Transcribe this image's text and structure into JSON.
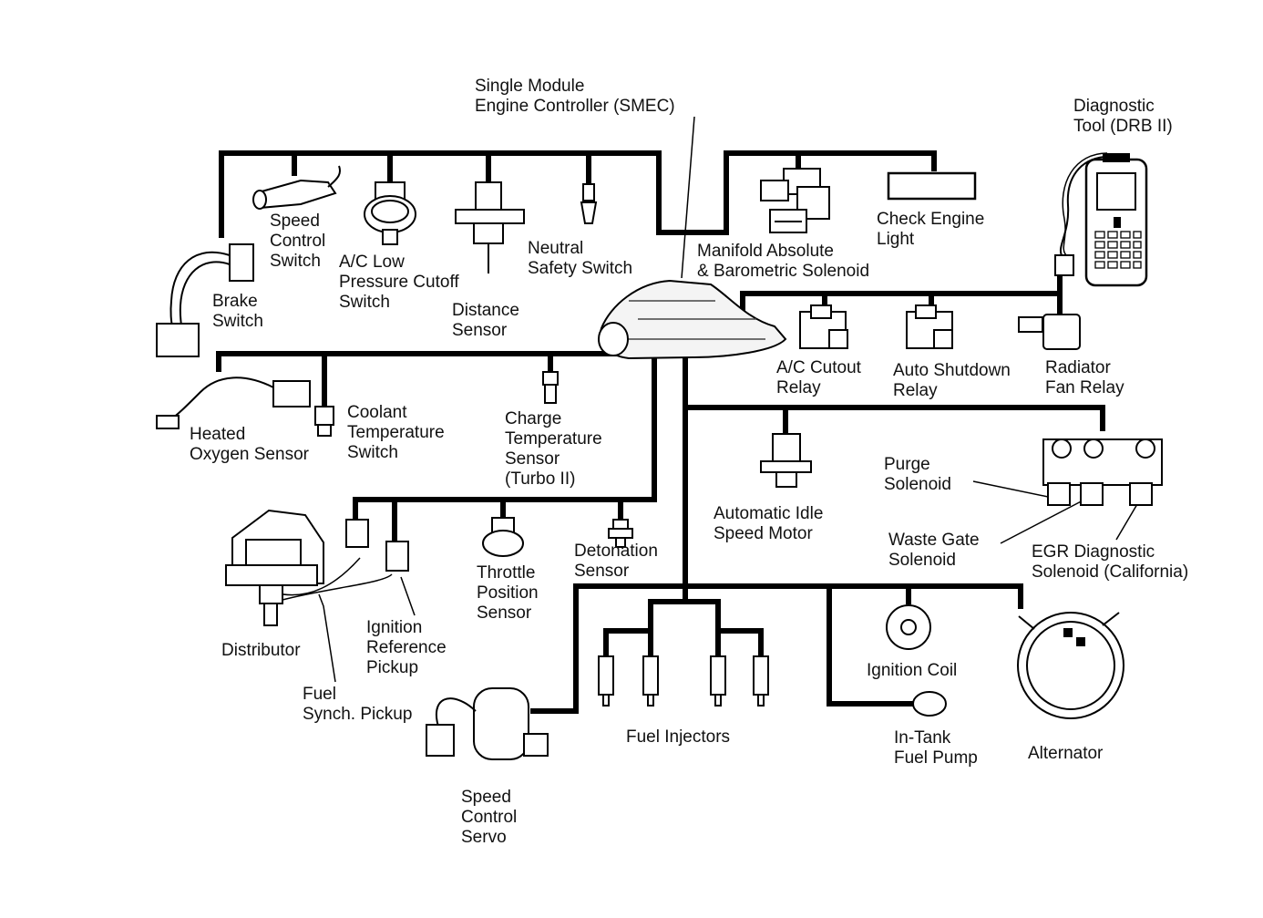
{
  "controller": {
    "line1": "Single Module",
    "line2": "Engine Controller (SMEC)"
  },
  "components": {
    "diagnostic_tool": [
      "Diagnostic",
      "Tool (DRB II)"
    ],
    "speed_control_switch": [
      "Speed",
      "Control",
      "Switch"
    ],
    "ac_low_pressure_cutoff_switch": [
      "A/C Low",
      "Pressure Cutoff",
      "Switch"
    ],
    "brake_switch": [
      "Brake",
      "Switch"
    ],
    "distance_sensor": [
      "Distance",
      "Sensor"
    ],
    "neutral_safety_switch": [
      "Neutral",
      "Safety Switch"
    ],
    "check_engine_light": [
      "Check Engine",
      "Light"
    ],
    "manifold_absolute_barometric_solenoid": [
      "Manifold Absolute",
      "& Barometric Solenoid"
    ],
    "ac_cutout_relay": [
      "A/C Cutout",
      "Relay"
    ],
    "auto_shutdown_relay": [
      "Auto Shutdown",
      "Relay"
    ],
    "radiator_fan_relay": [
      "Radiator",
      "Fan Relay"
    ],
    "heated_oxygen_sensor": [
      "Heated",
      "Oxygen Sensor"
    ],
    "coolant_temperature_switch": [
      "Coolant",
      "Temperature",
      "Switch"
    ],
    "charge_temperature_sensor": [
      "Charge",
      "Temperature",
      "Sensor",
      "(Turbo II)"
    ],
    "automatic_idle_speed_motor": [
      "Automatic Idle",
      "Speed Motor"
    ],
    "purge_solenoid": [
      "Purge",
      "Solenoid"
    ],
    "waste_gate_solenoid": [
      "Waste Gate",
      "Solenoid"
    ],
    "egr_diagnostic_solenoid": [
      "EGR Diagnostic",
      "Solenoid (California)"
    ],
    "throttle_position_sensor": [
      "Throttle",
      "Position",
      "Sensor"
    ],
    "detonation_sensor": [
      "Detonation",
      "Sensor"
    ],
    "distributor": [
      "Distributor"
    ],
    "ignition_reference_pickup": [
      "Ignition",
      "Reference",
      "Pickup"
    ],
    "fuel_synch_pickup": [
      "Fuel",
      "Synch. Pickup"
    ],
    "ignition_coil": [
      "Ignition Coil"
    ],
    "in_tank_fuel_pump": [
      "In-Tank",
      "Fuel Pump"
    ],
    "alternator": [
      "Alternator"
    ],
    "fuel_injectors": [
      "Fuel Injectors"
    ],
    "speed_control_servo": [
      "Speed",
      "Control",
      "Servo"
    ]
  }
}
